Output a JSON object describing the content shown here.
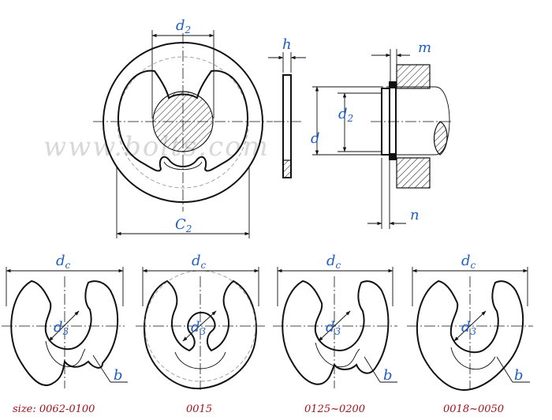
{
  "watermark": "www.bolts.com",
  "top_view": {
    "d2": "d",
    "d2_sub": "2",
    "c2": "C",
    "c2_sub": "2"
  },
  "side_view": {
    "h": "h"
  },
  "installed_view": {
    "m": "m",
    "d2": "d",
    "d2_sub": "2",
    "d": "d",
    "n": "n"
  },
  "variants": [
    {
      "dc": "d",
      "dc_sub": "c",
      "d3": "d",
      "d3_sub": "3",
      "b": "b",
      "caption": "size: 0062-0100"
    },
    {
      "dc": "d",
      "dc_sub": "c",
      "d3": "d",
      "d3_sub": "3",
      "caption": "0015"
    },
    {
      "dc": "d",
      "dc_sub": "c",
      "d3": "d",
      "d3_sub": "3",
      "b": "b",
      "caption": "0125~0200"
    },
    {
      "dc": "d",
      "dc_sub": "c",
      "d3": "d",
      "d3_sub": "3",
      "b": "b",
      "caption": "0018~0050"
    }
  ]
}
